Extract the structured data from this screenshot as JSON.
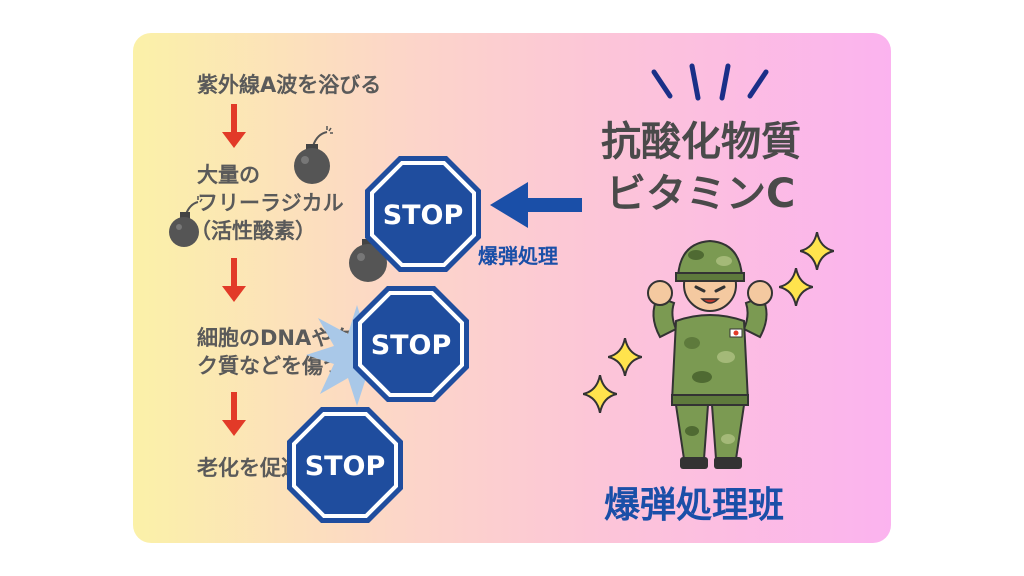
{
  "steps": {
    "uva": "紫外線A波を浴びる",
    "radical_line1": "大量の",
    "radical_line2": "フリーラジカル",
    "radical_line3": "（活性酸素）",
    "dna_line1": "細胞のDNAやタンパ",
    "dna_line2": "ク質などを傷つける",
    "aging": "老化を促進"
  },
  "headline": {
    "line1": "抗酸化物質",
    "line2": "ビタミンC"
  },
  "stop_sign_label": "STOP",
  "bomb_disposal_label": "爆弾処理",
  "squad_label": "爆弾処理班",
  "colors": {
    "stop_blue": "#1f4d9e",
    "arrow_red": "#e23a28",
    "accent_blue": "#1a4fa8",
    "sparkle_yellow": "#ffe34d",
    "camo_green": "#7b9a52"
  }
}
